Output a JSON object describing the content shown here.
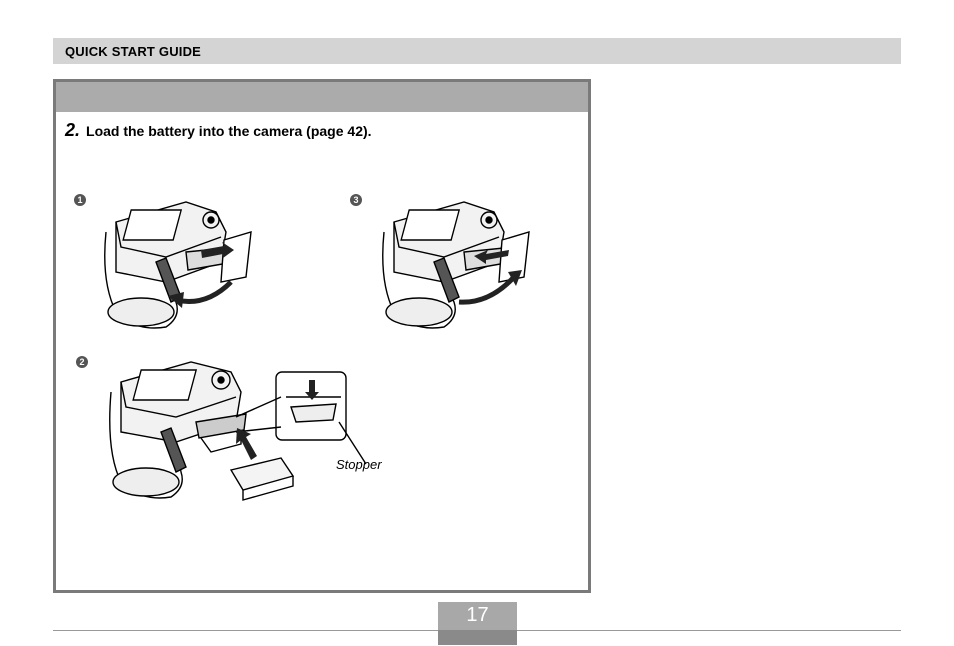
{
  "header": {
    "title": "QUICK START GUIDE"
  },
  "step": {
    "number": "2.",
    "text": "Load the battery into the camera (page 42)."
  },
  "markers": [
    "1",
    "3",
    "2"
  ],
  "labels": {
    "stopper": "Stopper"
  },
  "footer": {
    "page_number": "17"
  }
}
